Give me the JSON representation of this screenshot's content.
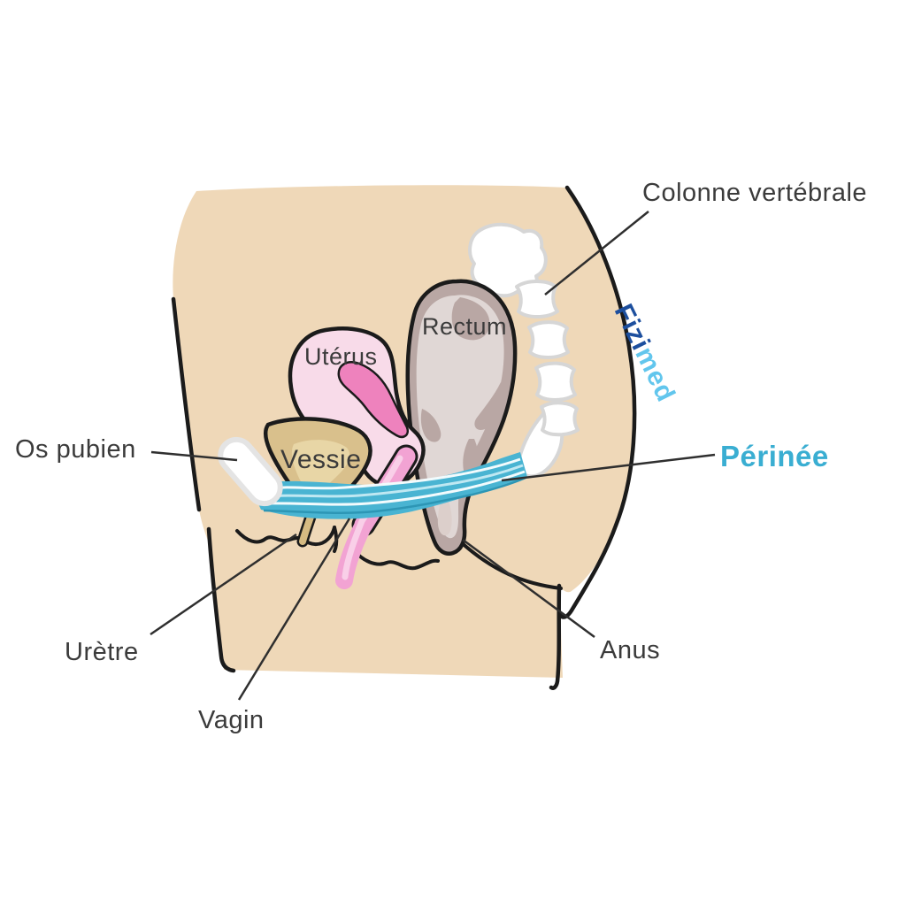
{
  "diagram": {
    "labels": {
      "colonne_vertebrale": "Colonne vertébrale",
      "rectum": "Rectum",
      "uterus": "Utérus",
      "vessie": "Vessie",
      "os_pubien": "Os pubien",
      "perinee": "Périnée",
      "uretre": "Urètre",
      "vagin": "Vagin",
      "anus": "Anus"
    },
    "watermark": {
      "part1": "Fizi",
      "part2": "med"
    },
    "colors": {
      "background": "#ffffff",
      "skin": "#efd8b8",
      "outline": "#1b1b1b",
      "uterus_fill": "#f8dbe9",
      "uterus_cavity": "#ee82bd",
      "vagina": "#f2a3d3",
      "vagina_highlight": "#f9cfe8",
      "bladder": "#d9c08c",
      "bladder_highlight": "#e8d6a6",
      "urethra": "#d5ba82",
      "rectum_wall": "#b9a7a4",
      "rectum_interior": "#e0d7d5",
      "perineum": "#49b4d2",
      "perineum_stripe": "#f2fbfd",
      "bone": "#ffffff",
      "bone_edge": "#d6d6d6",
      "label_text": "#3b3b3b",
      "perinee_label": "#3aaed2",
      "watermark_dark": "#1d4f9e",
      "watermark_light": "#62c6ed"
    }
  }
}
